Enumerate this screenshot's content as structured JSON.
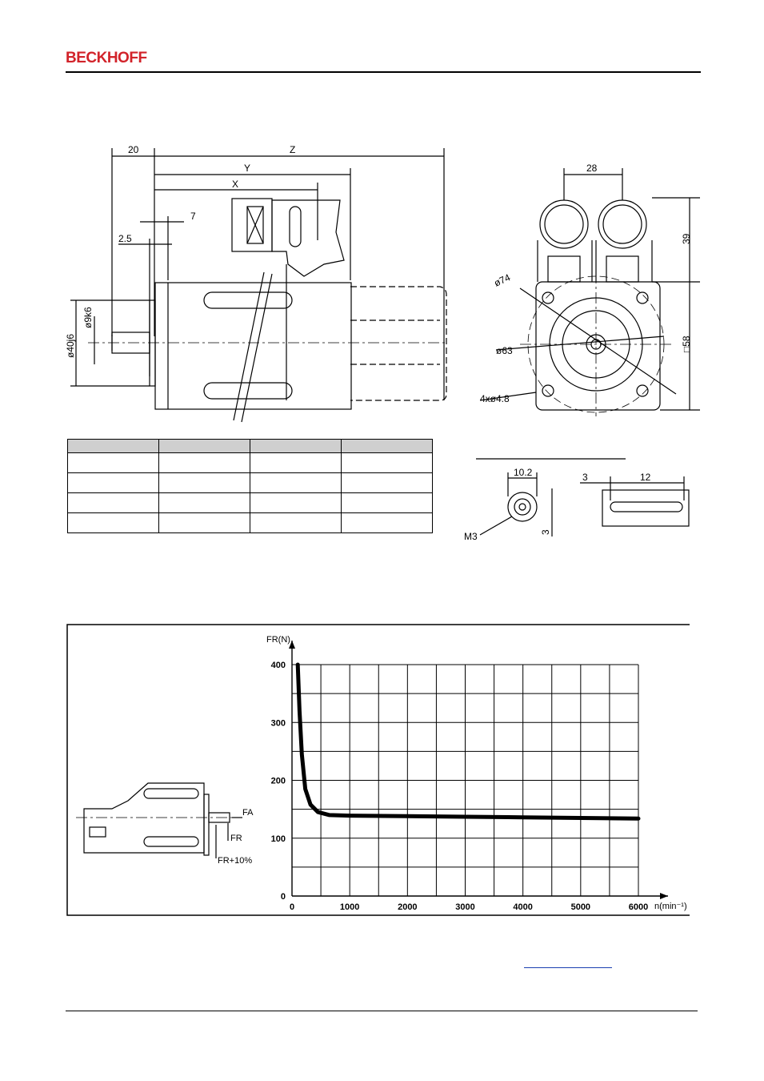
{
  "header": {
    "logo_text": "BECKHOFF",
    "brand_color": "#d2232a"
  },
  "drawing": {
    "dims": {
      "d20": "20",
      "z": "Z",
      "y": "Y",
      "x": "X",
      "d7": "7",
      "d25": "2.5",
      "shaft_k6": "ø9k6",
      "flange_j6": "ø40j6",
      "d28": "28",
      "d39": "39",
      "sq58": "□58",
      "d74": "ø74",
      "d63": "ø63",
      "holes": "4xø4.8"
    },
    "detail": {
      "d102": "10.2",
      "d3a": "3",
      "d12": "12",
      "m3": "M3",
      "d3b": "3"
    }
  },
  "dim_table": {
    "rows": 4,
    "cols": 4
  },
  "chart_data": {
    "type": "line",
    "title": "",
    "xlabel": "n(min⁻¹)",
    "ylabel": "FR(N)",
    "xlim": [
      0,
      6000
    ],
    "ylim": [
      0,
      400
    ],
    "grid": true,
    "x_ticks": [
      "0",
      "1000",
      "2000",
      "3000",
      "4000",
      "5000",
      "6000"
    ],
    "y_ticks": [
      "0",
      "100",
      "200",
      "300",
      "400"
    ],
    "series": [
      {
        "values_x": [
          100,
          130,
          170,
          230,
          320,
          450,
          650,
          1000,
          2000,
          3000,
          4000,
          5000,
          6000
        ],
        "values_y": [
          400,
          320,
          245,
          185,
          158,
          145,
          140,
          139,
          138,
          137,
          136,
          135,
          134
        ]
      }
    ],
    "annotations": {
      "fa": "FA",
      "fr": "FR",
      "fr10": "FR+10%"
    }
  }
}
